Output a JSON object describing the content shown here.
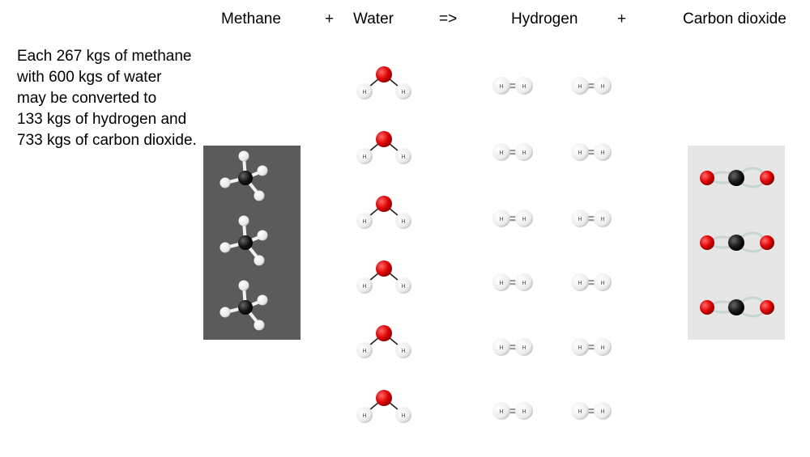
{
  "header": {
    "methane": "Methane",
    "plus1": "+",
    "water": "Water",
    "arrow": "=>",
    "hydrogen": "Hydrogen",
    "plus2": "+",
    "co2": "Carbon dioxide"
  },
  "description": {
    "lines": [
      "Each 267 kgs of methane",
      "with 600 kgs of water",
      "may be converted to",
      "133 kgs of hydrogen and",
      "733 kgs of carbon dioxide."
    ]
  },
  "molecules": {
    "methane_count": 3,
    "water_count": 6,
    "hydrogen_count": 12,
    "co2_count": 3,
    "hydrogen_atom_label": "H"
  },
  "colors": {
    "oxygen": "#e00000",
    "carbon": "#151515",
    "hydrogen": "#ececec",
    "methane_bg": "#5b5b5b",
    "co2_bg": "#e6e6e6"
  }
}
